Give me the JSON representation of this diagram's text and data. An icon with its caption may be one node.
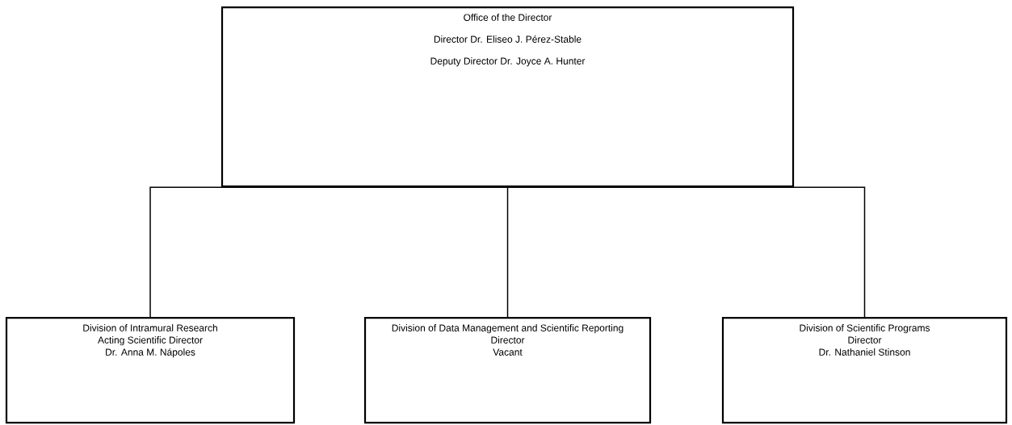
{
  "diagram": {
    "nodes": [
      {
        "text": [
          "Office of the Director",
          "Director Dr. Eliseo J. Pérez-Stable",
          "Deputy Director Dr. Joyce A. Hunter"
        ]
      },
      {
        "text": [
          "Division of Intramural Research",
          "Acting Scientific Director",
          "Dr. Anna M. Nápoles"
        ]
      },
      {
        "text": [
          "Division of Data Management and Scientific Reporting",
          "Director",
          "Vacant"
        ]
      },
      {
        "text": [
          "Division of Scientific Programs",
          "Director",
          "Dr. Nathaniel Stinson"
        ]
      }
    ],
    "edges": [
      {
        "from": 0,
        "to": 1,
        "arrow": "none"
      },
      {
        "from": 0,
        "to": 2,
        "arrow": "none"
      },
      {
        "from": 0,
        "to": 3,
        "arrow": "none"
      }
    ]
  }
}
